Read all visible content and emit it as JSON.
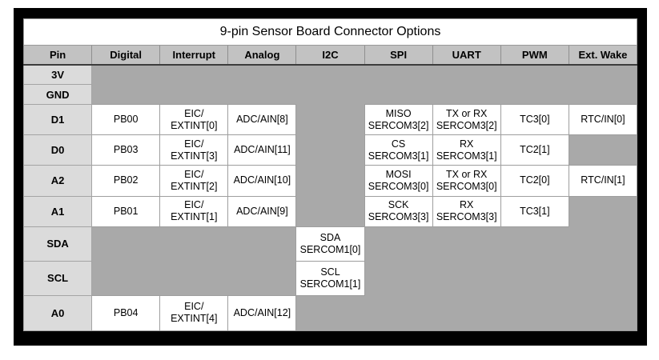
{
  "table": {
    "title": "9-pin Sensor Board Connector Options",
    "columns": [
      "Pin",
      "Digital",
      "Interrupt",
      "Analog",
      "I2C",
      "SPI",
      "UART",
      "PWM",
      "Ext. Wake"
    ],
    "rows": [
      {
        "pin": "3V",
        "cells": [
          "",
          "",
          "",
          "",
          "",
          "",
          "",
          ""
        ]
      },
      {
        "pin": "GND",
        "cells": [
          "",
          "",
          "",
          "",
          "",
          "",
          "",
          ""
        ]
      },
      {
        "pin": "D1",
        "cells": [
          "PB00",
          "EIC/\nEXTINT[0]",
          "ADC/AIN[8]",
          "",
          "MISO\nSERCOM3[2]",
          "TX or RX\nSERCOM3[2]",
          "TC3[0]",
          "RTC/IN[0]"
        ]
      },
      {
        "pin": "D0",
        "cells": [
          "PB03",
          "EIC/\nEXTINT[3]",
          "ADC/AIN[11]",
          "",
          "CS\nSERCOM3[1]",
          "RX\nSERCOM3[1]",
          "TC2[1]",
          ""
        ]
      },
      {
        "pin": "A2",
        "cells": [
          "PB02",
          "EIC/\nEXTINT[2]",
          "ADC/AIN[10]",
          "",
          "MOSI\nSERCOM3[0]",
          "TX or RX\nSERCOM3[0]",
          "TC2[0]",
          "RTC/IN[1]"
        ]
      },
      {
        "pin": "A1",
        "cells": [
          "PB01",
          "EIC/\nEXTINT[1]",
          "ADC/AIN[9]",
          "",
          "SCK\nSERCOM3[3]",
          "RX\nSERCOM3[3]",
          "TC3[1]",
          ""
        ]
      },
      {
        "pin": "SDA",
        "cells": [
          "",
          "",
          "",
          "SDA\nSERCOM1[0]",
          "",
          "",
          "",
          ""
        ]
      },
      {
        "pin": "SCL",
        "cells": [
          "",
          "",
          "",
          "SCL\nSERCOM1[1]",
          "",
          "",
          "",
          ""
        ]
      },
      {
        "pin": "A0",
        "cells": [
          "PB04",
          "EIC/\nEXTINT[4]",
          "ADC/AIN[12]",
          "",
          "",
          "",
          "",
          ""
        ]
      }
    ],
    "colors": {
      "frame": "#000000",
      "title_bg": "#ffffff",
      "header_bg": "#c2c2c2",
      "pin_column_bg": "#dbdbdb",
      "empty_cell_bg": "#a9a9a9",
      "filled_cell_bg": "#ffffff",
      "header_rule": "#3c3c3c",
      "text": "#000000"
    }
  }
}
